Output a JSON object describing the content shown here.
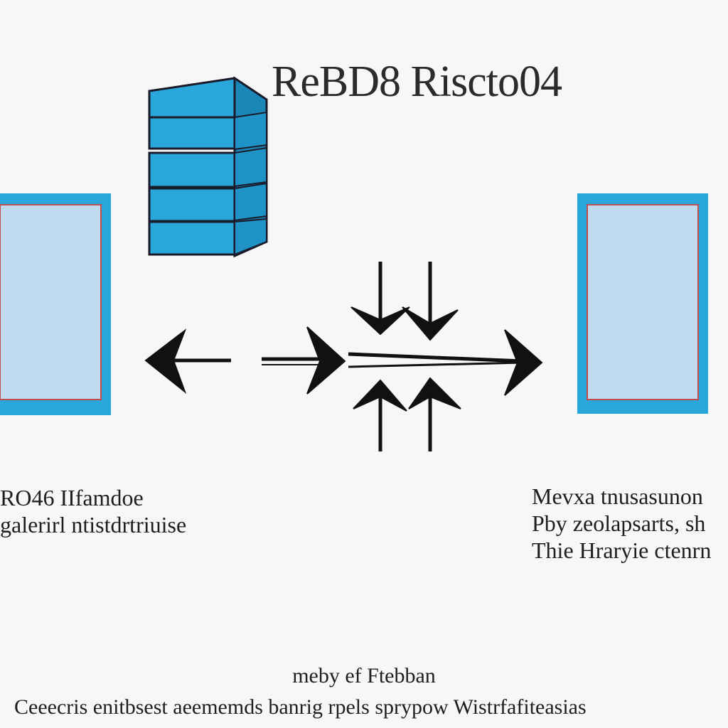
{
  "diagram": {
    "title": "ReBD8 Riscto04",
    "left_caption": [
      "RO46 IIfamdoe",
      "galerirl ntistdrtriuise"
    ],
    "right_caption": [
      "Mevxa tnusasunon",
      "Pby zeolapsarts, sh",
      "Thie Hraryie ctenrn"
    ],
    "footer": [
      "meby ef Ftebban",
      "Ceeecris enitbsest aeememds banrig rpels sprypow Wistrfafiteasias"
    ],
    "colors": {
      "server_blue": "#2aa7da",
      "server_dark": "#1b79a8",
      "panel_frame": "#2aa7da",
      "panel_fill": "#bfd9ee",
      "panel_edge": "#c05050",
      "arrow": "#111111",
      "background": "#f7f7f7"
    },
    "icons": [
      "server-stack-icon",
      "left-panel",
      "right-panel",
      "arrow-left-icon",
      "arrow-right-icon",
      "arrow-down-icon",
      "arrow-up-icon"
    ]
  }
}
